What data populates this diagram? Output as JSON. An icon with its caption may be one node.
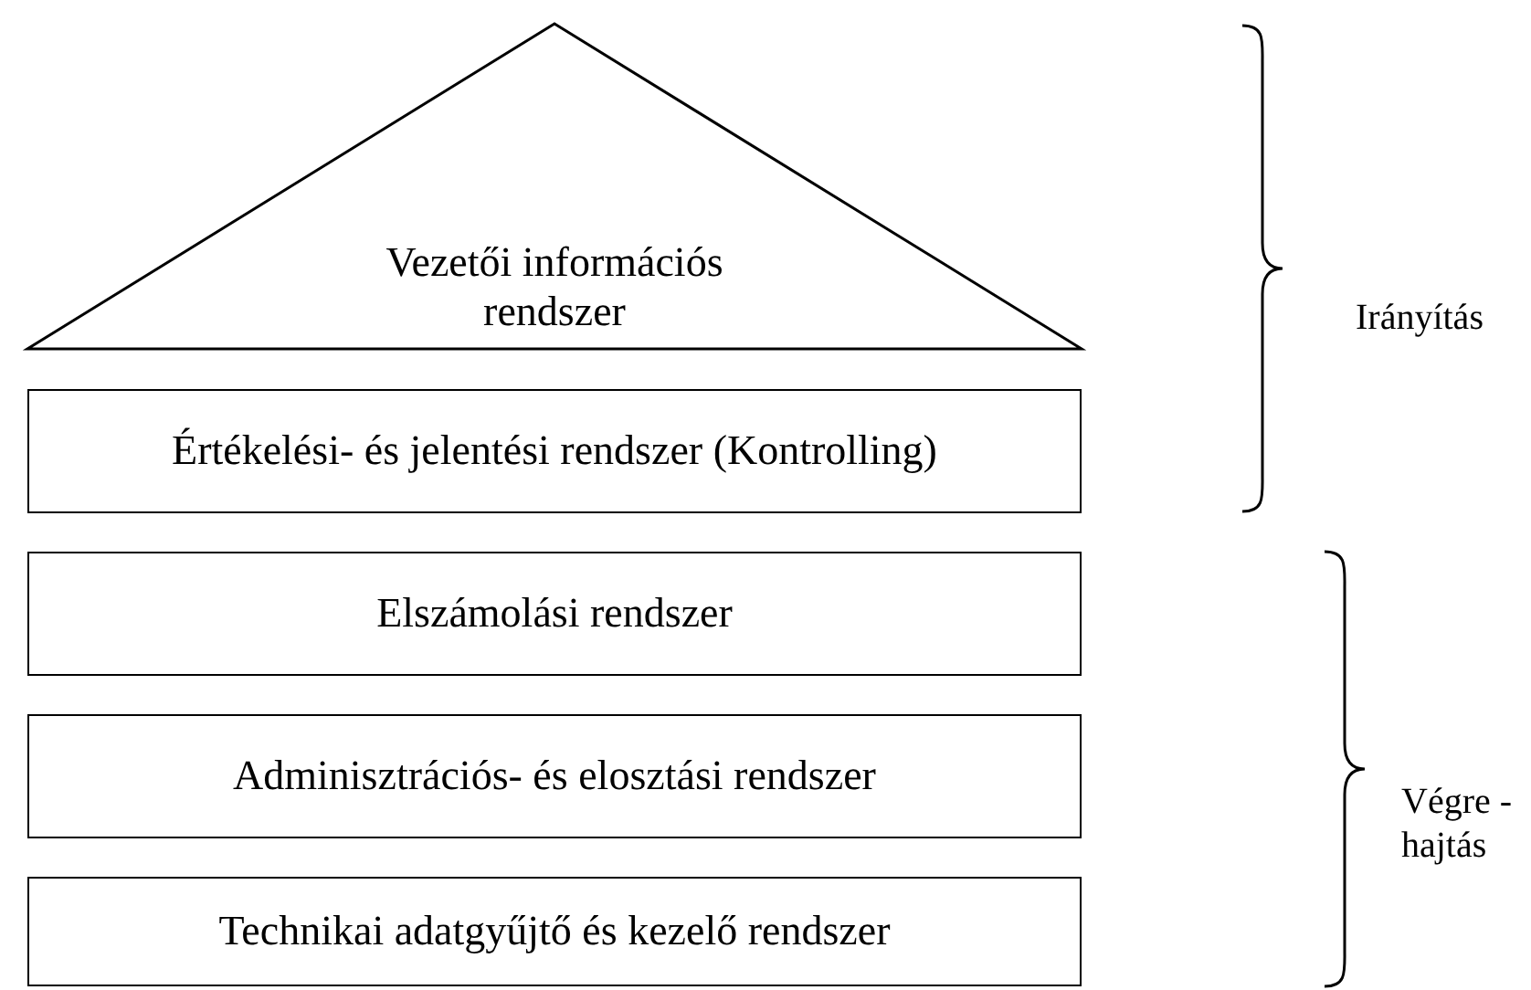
{
  "diagram": {
    "nodes": [
      {
        "text": [
          "Vezetői információs rendszer"
        ]
      },
      {
        "text": [
          "Értékelési- és jelentési rendszer (Kontrolling)"
        ]
      },
      {
        "text": [
          "Elszámolási rendszer"
        ]
      },
      {
        "text": [
          "Adminisztrációs- és elosztási rendszer"
        ]
      },
      {
        "text": [
          "Technikai adatgyűjtő és kezelő rendszer"
        ]
      }
    ],
    "labels": [
      "Irányítás",
      "Végre -hajtás"
    ]
  }
}
